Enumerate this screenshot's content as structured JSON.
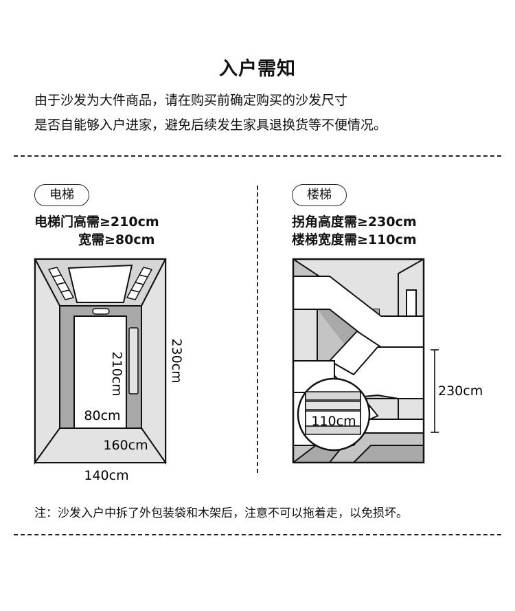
{
  "title": "入户需知",
  "intro": {
    "line1": "由于沙发为大件商品，请在购买前确定购买的沙发尺寸",
    "line2": "是否自能够入户进家，避免后续发生家具退换货等不便情况。"
  },
  "elevator": {
    "tag": "电梯",
    "req_line1": "电梯门高需≥210cm",
    "req_line2": "宽需≥80cm",
    "door_height": "210cm",
    "door_width": "80cm",
    "car_height": "230cm",
    "floor_depth": "160cm",
    "car_width": "140cm"
  },
  "stairs": {
    "tag": "楼梯",
    "req_line1": "拐角高度需≥230cm",
    "req_line2": "楼梯宽度需≥110cm",
    "height": "230cm",
    "width": "110cm"
  },
  "note": "注：沙发入户中拆了外包装袋和木架后，注意不可以拖着走，以免损坏。",
  "colors": {
    "outline": "#111111",
    "light_gray": "#e3e3e3",
    "mid_gray": "#c4c4c4",
    "dark_gray": "#a9a9a9"
  }
}
